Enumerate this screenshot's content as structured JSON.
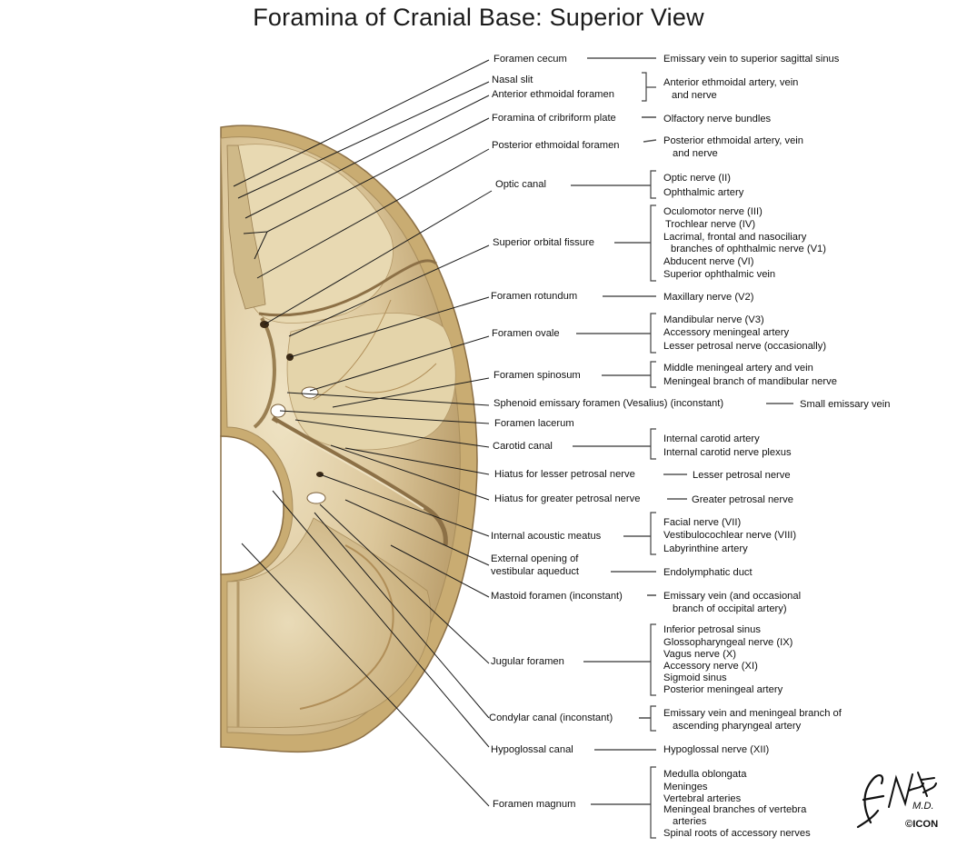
{
  "title": "Foramina of Cranial Base: Superior View",
  "signature": "F. Netter M.D.",
  "copyright": "©ICON",
  "colors": {
    "bone": "#d9c59a",
    "bone_dark": "#a88d5c",
    "bone_light": "#efe3c4",
    "line": "#1a1a1a"
  },
  "rows": [
    {
      "label": [
        "Foramen cecum"
      ],
      "desc": [
        "Emissary vein to superior sagittal sinus"
      ]
    },
    {
      "label": [
        "Nasal slit",
        "Anterior ethmoidal foramen"
      ],
      "desc": [
        "Anterior ethmoidal artery, vein",
        "and nerve"
      ]
    },
    {
      "label": [
        "Foramina of cribriform plate"
      ],
      "desc": [
        "Olfactory nerve bundles"
      ]
    },
    {
      "label": [
        "Posterior ethmoidal foramen"
      ],
      "desc": [
        "Posterior ethmoidal artery, vein",
        "and nerve"
      ]
    },
    {
      "label": [
        "Optic canal"
      ],
      "desc": [
        "Optic nerve (II)",
        "Ophthalmic artery"
      ]
    },
    {
      "label": [
        "Superior orbital fissure"
      ],
      "desc": [
        "Oculomotor nerve (III)",
        "Trochlear nerve (IV)",
        "Lacrimal, frontal and nasociliary",
        "branches of ophthalmic nerve (V1)",
        "Abducent nerve (VI)",
        "Superior ophthalmic vein"
      ]
    },
    {
      "label": [
        "Foramen rotundum"
      ],
      "desc": [
        "Maxillary nerve (V2)"
      ]
    },
    {
      "label": [
        "Foramen ovale"
      ],
      "desc": [
        "Mandibular nerve (V3)",
        "Accessory meningeal artery",
        "Lesser petrosal nerve (occasionally)"
      ]
    },
    {
      "label": [
        "Foramen spinosum"
      ],
      "desc": [
        "Middle meningeal artery and vein",
        "Meningeal branch of mandibular nerve"
      ]
    },
    {
      "label": [
        "Sphenoid emissary foramen (Vesalius) (inconstant)"
      ],
      "desc": [
        "Small emissary vein"
      ]
    },
    {
      "label": [
        "Foramen lacerum"
      ],
      "desc": []
    },
    {
      "label": [
        "Carotid canal"
      ],
      "desc": [
        "Internal carotid artery",
        "Internal carotid nerve plexus"
      ]
    },
    {
      "label": [
        "Hiatus for lesser petrosal nerve"
      ],
      "desc": [
        "Lesser petrosal nerve"
      ]
    },
    {
      "label": [
        "Hiatus for greater petrosal nerve"
      ],
      "desc": [
        "Greater petrosal nerve"
      ]
    },
    {
      "label": [
        "Internal acoustic meatus"
      ],
      "desc": [
        "Facial nerve (VII)",
        "Vestibulocochlear nerve (VIII)",
        "Labyrinthine artery"
      ]
    },
    {
      "label": [
        "External opening of",
        "vestibular aqueduct"
      ],
      "desc": [
        "Endolymphatic duct"
      ]
    },
    {
      "label": [
        "Mastoid foramen (inconstant)"
      ],
      "desc": [
        "Emissary vein (and occasional",
        "branch of occipital artery)"
      ]
    },
    {
      "label": [
        "Jugular foramen"
      ],
      "desc": [
        "Inferior petrosal sinus",
        "Glossopharyngeal nerve (IX)",
        "Vagus nerve (X)",
        "Accessory nerve (XI)",
        "Sigmoid sinus",
        "Posterior meningeal artery"
      ]
    },
    {
      "label": [
        "Condylar canal (inconstant)"
      ],
      "desc": [
        "Emissary vein and meningeal branch of",
        "ascending pharyngeal artery"
      ]
    },
    {
      "label": [
        "Hypoglossal canal"
      ],
      "desc": [
        "Hypoglossal nerve (XII)"
      ]
    },
    {
      "label": [
        "Foramen magnum"
      ],
      "desc": [
        "Medulla oblongata",
        "Meninges",
        "Vertebral arteries",
        "Meningeal branches of vertebra",
        "arteries",
        "Spinal roots of accessory nerves"
      ]
    }
  ]
}
